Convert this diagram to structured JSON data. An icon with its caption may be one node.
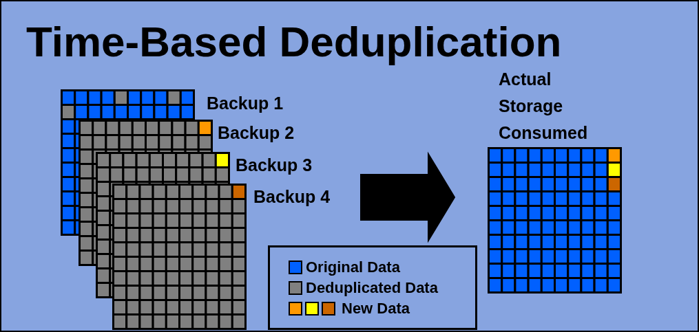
{
  "diagram": {
    "title": "Time-Based Deduplication",
    "nodes": [
      {
        "text": [],
        "shape": "picture",
        "beside": [
          "Backup 1"
        ]
      },
      {
        "text": [],
        "shape": "picture",
        "beside": [
          "Backup 2"
        ]
      },
      {
        "text": [],
        "shape": "picture",
        "beside": [
          "Backup 3"
        ]
      },
      {
        "text": [],
        "shape": "picture",
        "beside": [
          "Backup 4"
        ]
      },
      {
        "text": [],
        "shape": "picture",
        "beside": [
          "Actual Storage Consumed"
        ]
      }
    ],
    "edges": [
      {
        "from": 3,
        "to": 4,
        "arrow": "to",
        "style": "thick"
      }
    ],
    "legend": [
      {
        "text": "Original Data",
        "color": "#0060ff"
      },
      {
        "text": "Deduplicated Data",
        "color": "#808080"
      },
      {
        "text": "New Data"
      }
    ]
  }
}
